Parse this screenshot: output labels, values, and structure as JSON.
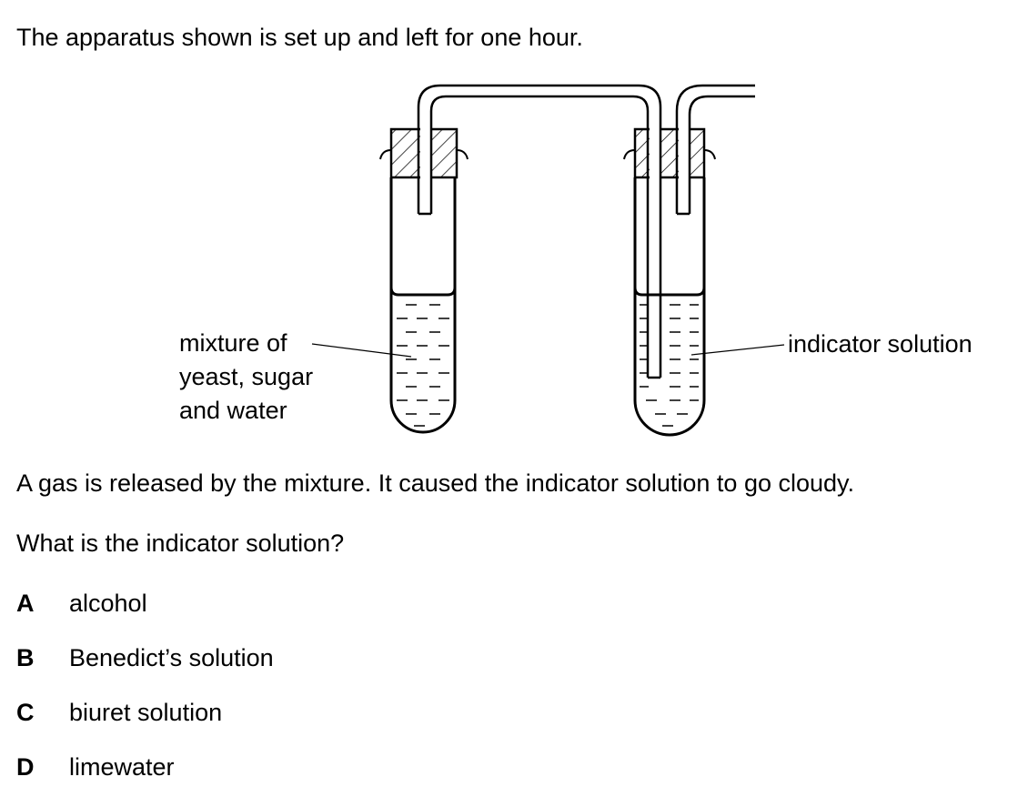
{
  "intro": "The apparatus shown is set up and left for one hour.",
  "diagram": {
    "left_label_lines": [
      "mixture of",
      "yeast, sugar",
      "and water"
    ],
    "right_label": "indicator solution"
  },
  "statement": "A gas is released by the mixture. It caused the indicator solution to go cloudy.",
  "question": "What is the indicator solution?",
  "options": [
    {
      "letter": "A",
      "text": "alcohol"
    },
    {
      "letter": "B",
      "text": "Benedict’s solution"
    },
    {
      "letter": "C",
      "text": "biuret solution"
    },
    {
      "letter": "D",
      "text": "limewater"
    }
  ]
}
